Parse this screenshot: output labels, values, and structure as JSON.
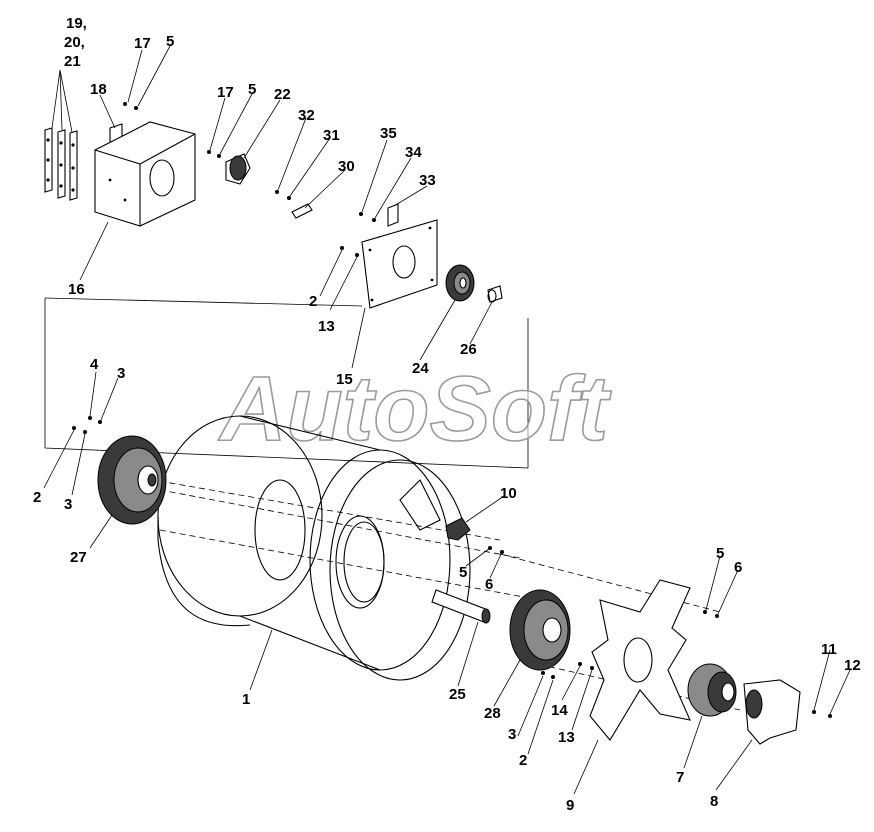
{
  "watermark": "AutoSoft",
  "callouts": {
    "c19_21": [
      "19,",
      "20,",
      "21"
    ],
    "c18": "18",
    "c17a": "17",
    "c5a": "5",
    "c17b": "17",
    "c5b": "5",
    "c22": "22",
    "c32": "32",
    "c31": "31",
    "c30": "30",
    "c35": "35",
    "c34": "34",
    "c33": "33",
    "c16": "16",
    "c2a": "2",
    "c13a": "13",
    "c15": "15",
    "c24": "24",
    "c26": "26",
    "c4": "4",
    "c3a": "3",
    "c2b": "2",
    "c3b": "3",
    "c27": "27",
    "c10": "10",
    "c5c": "5",
    "c6a": "6",
    "c5d": "5",
    "c6b": "6",
    "c1": "1",
    "c25": "25",
    "c28": "28",
    "c3c": "3",
    "c2c": "2",
    "c14": "14",
    "c13b": "13",
    "c9": "9",
    "c11": "11",
    "c12": "12",
    "c7": "7",
    "c8": "8"
  }
}
